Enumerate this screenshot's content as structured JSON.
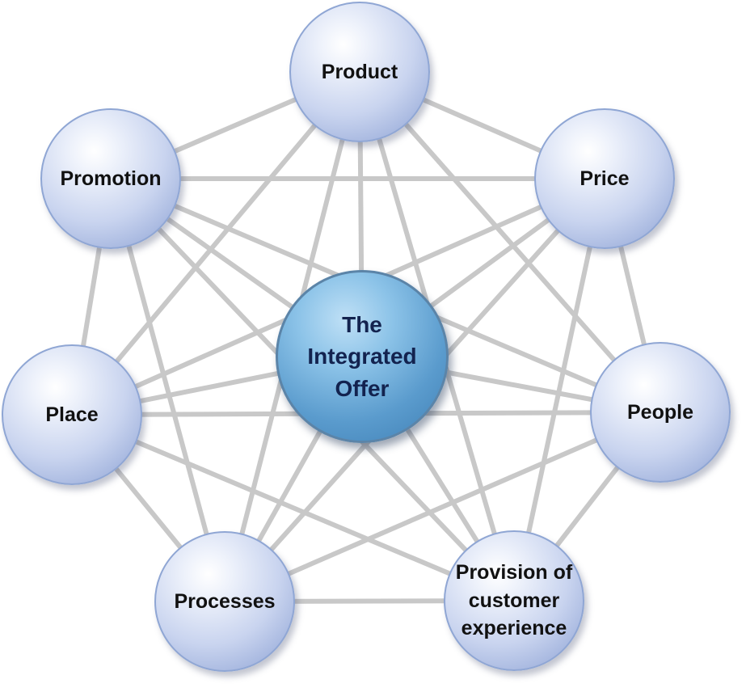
{
  "center": {
    "label": "The\nIntegrated\nOffer"
  },
  "nodes": [
    {
      "id": "product",
      "label": "Product"
    },
    {
      "id": "price",
      "label": "Price"
    },
    {
      "id": "people",
      "label": "People"
    },
    {
      "id": "provision",
      "label": "Provision of\ncustomer\nexperience"
    },
    {
      "id": "processes",
      "label": "Processes"
    },
    {
      "id": "place",
      "label": "Place"
    },
    {
      "id": "promotion",
      "label": "Promotion"
    }
  ],
  "colors": {
    "connector": "#c8c8c8",
    "outer_node": "#b7c4e8",
    "center_node": "#5a9bcd",
    "center_text": "#13234f"
  }
}
